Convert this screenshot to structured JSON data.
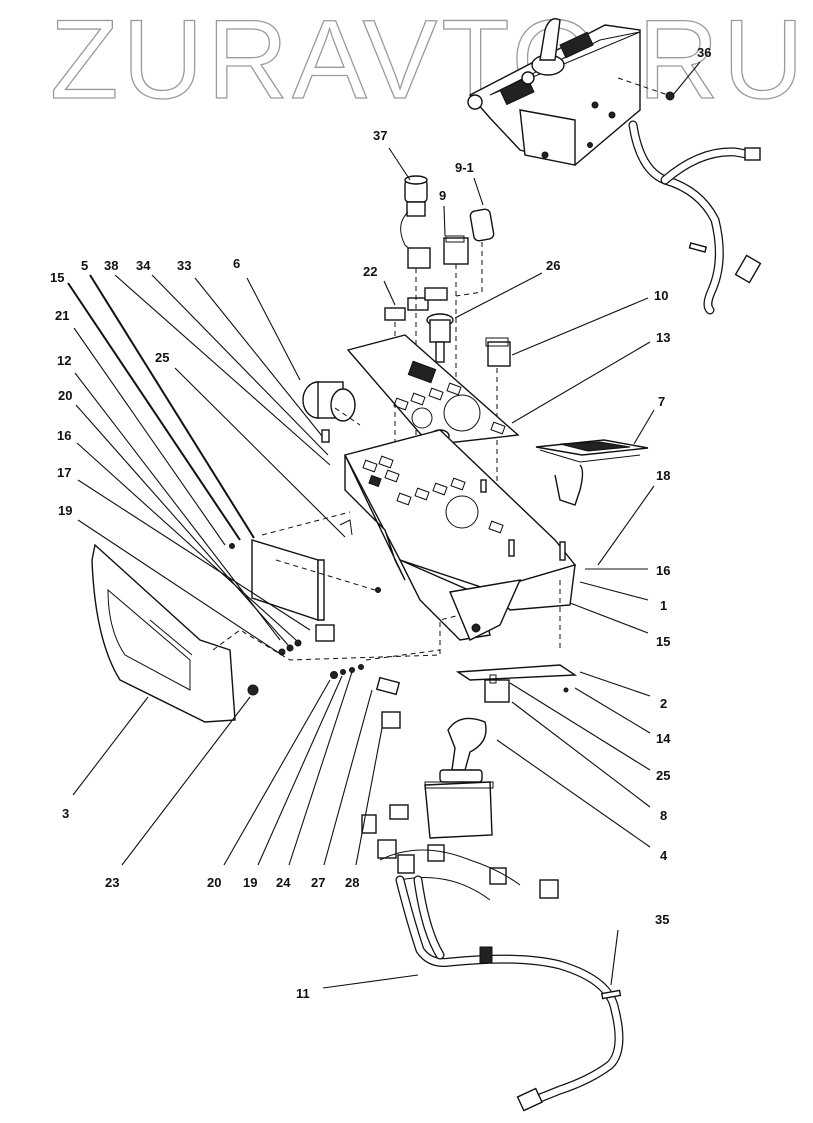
{
  "watermark": "ZURAVTO.RU",
  "diagram_type": "exploded parts view",
  "callouts": [
    {
      "id": "36",
      "label": "36"
    },
    {
      "id": "37",
      "label": "37"
    },
    {
      "id": "9-1",
      "label": "9-1"
    },
    {
      "id": "9",
      "label": "9"
    },
    {
      "id": "26",
      "label": "26"
    },
    {
      "id": "22",
      "label": "22"
    },
    {
      "id": "10",
      "label": "10"
    },
    {
      "id": "13",
      "label": "13"
    },
    {
      "id": "7",
      "label": "7"
    },
    {
      "id": "18",
      "label": "18"
    },
    {
      "id": "16r",
      "label": "16"
    },
    {
      "id": "1",
      "label": "1"
    },
    {
      "id": "15r",
      "label": "15"
    },
    {
      "id": "2",
      "label": "2"
    },
    {
      "id": "14",
      "label": "14"
    },
    {
      "id": "25r",
      "label": "25"
    },
    {
      "id": "8",
      "label": "8"
    },
    {
      "id": "4",
      "label": "4"
    },
    {
      "id": "35",
      "label": "35"
    },
    {
      "id": "11",
      "label": "11"
    },
    {
      "id": "15l",
      "label": "15"
    },
    {
      "id": "5",
      "label": "5"
    },
    {
      "id": "38",
      "label": "38"
    },
    {
      "id": "34",
      "label": "34"
    },
    {
      "id": "33",
      "label": "33"
    },
    {
      "id": "6",
      "label": "6"
    },
    {
      "id": "21",
      "label": "21"
    },
    {
      "id": "25l",
      "label": "25"
    },
    {
      "id": "12",
      "label": "12"
    },
    {
      "id": "20l",
      "label": "20"
    },
    {
      "id": "16l",
      "label": "16"
    },
    {
      "id": "17",
      "label": "17"
    },
    {
      "id": "19l",
      "label": "19"
    },
    {
      "id": "3",
      "label": "3"
    },
    {
      "id": "23",
      "label": "23"
    },
    {
      "id": "20b",
      "label": "20"
    },
    {
      "id": "19b",
      "label": "19"
    },
    {
      "id": "24",
      "label": "24"
    },
    {
      "id": "27",
      "label": "27"
    },
    {
      "id": "28",
      "label": "28"
    }
  ]
}
